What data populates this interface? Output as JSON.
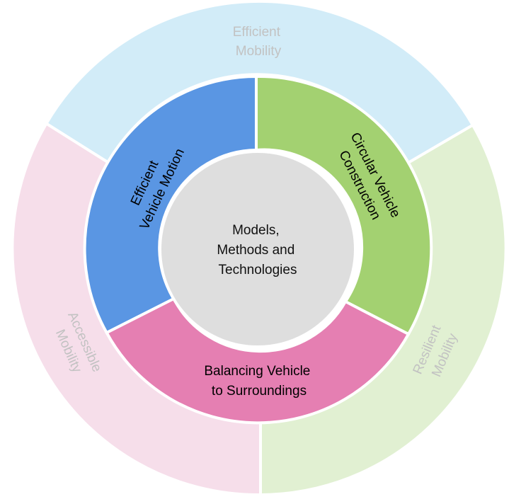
{
  "outer_ring": [
    {
      "id": "efficient",
      "lines": [
        "Efficient",
        "Mobility"
      ],
      "color": "#d2ecf8"
    },
    {
      "id": "resilient",
      "lines": [
        "Resilient",
        "Mobility"
      ],
      "color": "#e1f0d2"
    },
    {
      "id": "accessible",
      "lines": [
        "Accessible",
        "Mobility"
      ],
      "color": "#f6deea"
    }
  ],
  "inner_ring": [
    {
      "id": "motion",
      "lines": [
        "Efficient",
        "Vehicle Motion"
      ],
      "color": "#5a96e3"
    },
    {
      "id": "construction",
      "lines": [
        "Circular Vehicle",
        "Construction"
      ],
      "color": "#a3d171"
    },
    {
      "id": "surroundings",
      "lines": [
        "Balancing Vehicle",
        "to Surroundings"
      ],
      "color": "#e57fb2"
    }
  ],
  "center": {
    "lines": [
      "Models,",
      "Methods and",
      "Technologies"
    ],
    "color": "#dedede"
  }
}
